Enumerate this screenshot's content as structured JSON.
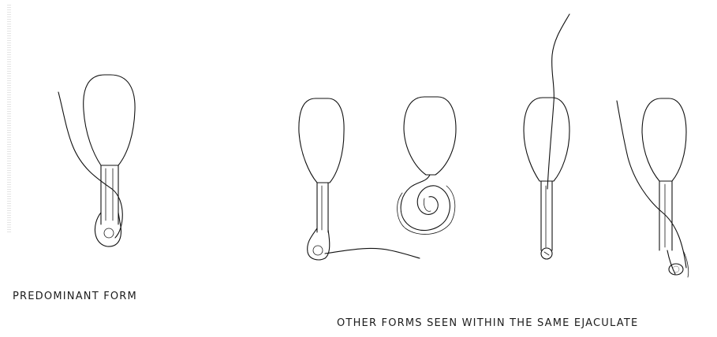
{
  "captions": {
    "predominant": "PREDOMINANT FORM",
    "other": "OTHER FORMS SEEN WITHIN THE SAME EJACULATE"
  },
  "figures": [
    {
      "id": "predominant",
      "tail": "looped around head and midpiece"
    },
    {
      "id": "other-1",
      "tail": "bent at base, trailing right"
    },
    {
      "id": "other-2",
      "tail": "coiled"
    },
    {
      "id": "other-3",
      "tail": "extending upward past head"
    },
    {
      "id": "other-4",
      "tail": "looped behind midpiece"
    }
  ],
  "colors": {
    "ink": "#111111",
    "paper": "#ffffff"
  }
}
